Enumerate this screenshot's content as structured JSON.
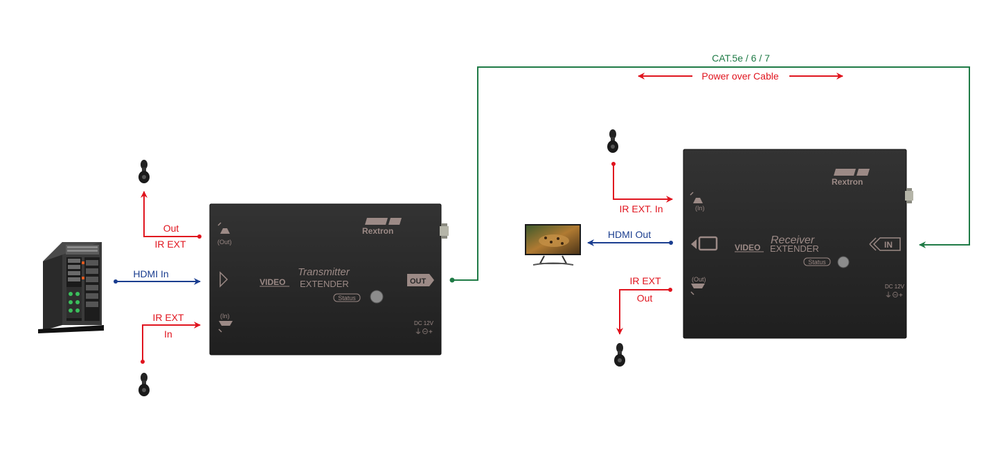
{
  "cable": {
    "label": "CAT.5e / 6 / 7",
    "power_label": "Power over Cable"
  },
  "transmitter": {
    "brand": "Rextron",
    "title_script": "Transmitter",
    "title_video": "VIDEO",
    "title_extender": "EXTENDER",
    "status": "Status",
    "out_port": "OUT",
    "ir_out_port": "(Out)",
    "ir_in_port": "(In)",
    "dc": "DC 12V"
  },
  "receiver": {
    "brand": "Rextron",
    "title_script": "Receiver",
    "title_video": "VIDEO",
    "title_extender": "EXTENDER",
    "status": "Status",
    "in_port": "IN",
    "ir_in_port": "(In)",
    "ir_out_port": "(Out)",
    "dc": "DC 12V"
  },
  "labels": {
    "tx_ir_out_top": "Out",
    "tx_ir_out_bottom": "IR EXT",
    "tx_hdmi_in": "HDMI In",
    "tx_ir_in_top": "IR EXT",
    "tx_ir_in_bottom": "In",
    "rx_ir_in": "IR EXT. In",
    "rx_hdmi_out": "HDMI Out",
    "rx_ir_out_top": "IR EXT",
    "rx_ir_out_bottom": "Out"
  },
  "colors": {
    "ir_red": "#e0141e",
    "hdmi_blue": "#1a3d8f",
    "cable_green": "#1e7a45",
    "device_body": "#2b2b2b",
    "device_text": "#9c8a86"
  }
}
